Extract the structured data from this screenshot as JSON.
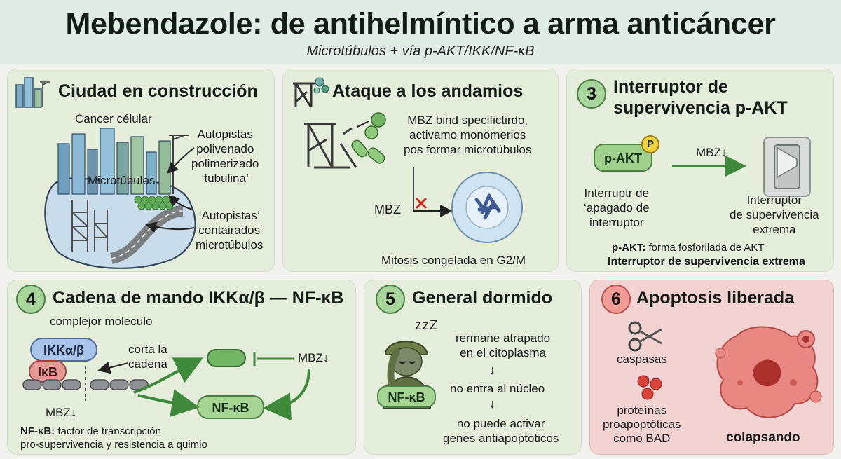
{
  "header": {
    "title": "Mebendazole: de antihelmíntico a arma anticáncer",
    "subtitle": "Microtúbulos + vía p-AKT/IKK/NF-κB"
  },
  "panel1": {
    "title": "Ciudad en construcción",
    "city_label": "Cancer célular",
    "microtubulos_label": "Microtúbulos",
    "highways_label": "Autopistas\npolivenado\npolimerizado\n‘tubulina’",
    "autopistas_label": "‘Autopistas’\ncontairados\nmicrotúbulos"
  },
  "panel2": {
    "title": "Ataque a los andamios",
    "description": "MBZ bind specifictirdo,\nactivamo monomerios\npos formar microtúbulos",
    "mbz_label": "MBZ",
    "mitosis_label": "Mitosis congelada en G2/M"
  },
  "panel3": {
    "number": "3",
    "title": "Interruptor de\nsupervivencia p-AKT",
    "pakt_label": "p-AKT",
    "phospho_label": "P",
    "mbz_label": "MBZ↓",
    "left_caption": "Interruptr de\n‘apagado de\ninterruptor",
    "right_caption": "Interruptor\nde supervivencia\nextrema",
    "footnote_bold": "p-AKT:",
    "footnote_text": " forma fosforilada de AKT",
    "footnote_line2": "Interruptor de supervivencia extrema"
  },
  "panel4": {
    "number": "4",
    "title": "Cadena de mando IKKα/β — NF-κB",
    "complex_label": "complejor moleculo",
    "ikk_label": "IKKα/β",
    "ikb_label": "IκB",
    "cut_label": "corta la\ncadena",
    "mbz_right": "MBZ↓",
    "mbz_left": "MBZ↓",
    "nfkb_label": "NF-κB",
    "footnote_bold": "NF-κB:",
    "footnote_text": " factor de transcripción",
    "footnote_line2": "pro-supervivencia y resistencia a quimio"
  },
  "panel5": {
    "number": "5",
    "title": "General dormido",
    "sleep_label": "zzZ",
    "nfkb_label": "NF-κB",
    "step1": "rermane atrapado\nen el citoplasma",
    "step2": "no entra al núcleo",
    "step3": "no puede activar\ngenes antiapoptóticos"
  },
  "panel6": {
    "number": "6",
    "title": "Apoptosis liberada",
    "caspasas_label": "caspasas",
    "proteins_label": "proteínas\nproapoptóticas\ncomo BAD",
    "collapse_label": "colapsando"
  },
  "colors": {
    "panel_green": "#e4eedb",
    "panel_red": "#f3d3d2",
    "accent_green": "#4a8a43",
    "badge_green": "#a7d59b",
    "badge_red": "#f19c97",
    "header_bg": "#e1ece6"
  }
}
